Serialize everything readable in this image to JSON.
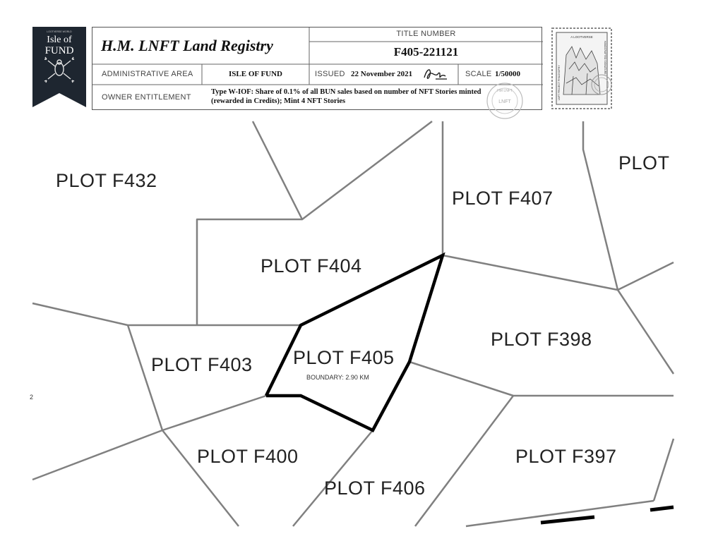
{
  "banner": {
    "top_text": "Isle of",
    "main_text": "FUND",
    "tiny_text": "LOOTVERSE WORLD"
  },
  "header": {
    "registry_title": "H.M. LNFT Land Registry",
    "title_number_label": "TITLE NUMBER",
    "title_number": "F405-221121",
    "admin_area_label": "ADMINISTRATIVE AREA",
    "admin_area": "ISLE OF FUND",
    "issued_label": "ISSUED",
    "issued_date": "22 November 2021",
    "scale_label": "SCALE",
    "scale": "1/50000",
    "owner_label": "OWNER ENTITLEMENT",
    "owner_text": "Type W-IOF: Share of 0.1% of all BUN sales based on number of NFT Stories minted (rewarded in Credits); Mint 4 NFT Stories"
  },
  "seal": {
    "text": "HM LNFT",
    "center": "LNFT"
  },
  "stamp": {
    "text_top": "A LOOTVERSE",
    "text_side": "LNFT PROJECT PHILOSOPHY",
    "text_right": "HANDCRAFTED SIGNATURE"
  },
  "map": {
    "plots": {
      "f432": "PLOT F432",
      "f407": "PLOT F407",
      "plot_edge": "PLOT",
      "f404": "PLOT F404",
      "f398": "PLOT F398",
      "f403": "PLOT F403",
      "f405": "PLOT F405",
      "f400": "PLOT F400",
      "f397": "PLOT F397",
      "f406": "PLOT F406"
    },
    "boundary": "BOUNDARY: 2.90 KM",
    "edge_mark": "2"
  },
  "colors": {
    "line": "#808080",
    "boundary": "#000000",
    "banner": "#1e2630"
  }
}
